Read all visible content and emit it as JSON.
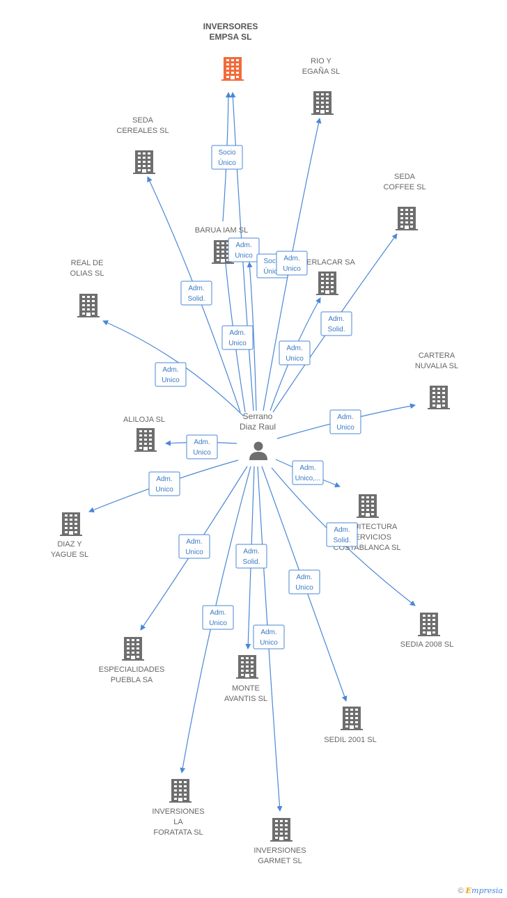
{
  "colors": {
    "edge": "#4a87d6",
    "building": "#6e6e6e",
    "main_building": "#f26b3a",
    "badge_text": "#3a79c2",
    "label": "#666666"
  },
  "person": {
    "lines": [
      "Serrano",
      "Diaz Raul"
    ],
    "icon": "person-icon"
  },
  "companies": [
    {
      "id": "inversores_empsa",
      "lines": [
        "INVERSORES",
        "EMPSA SL"
      ],
      "main": true
    },
    {
      "id": "rio_egana",
      "lines": [
        "RIO Y",
        "EGAÑA SL"
      ]
    },
    {
      "id": "seda_cereales",
      "lines": [
        "SEDA",
        "CEREALES SL"
      ]
    },
    {
      "id": "seda_coffee",
      "lines": [
        "SEDA",
        "COFFEE SL"
      ]
    },
    {
      "id": "barua_iam",
      "lines": [
        "BARUA IAM SL"
      ]
    },
    {
      "id": "erlacar",
      "lines": [
        "ERLACAR SA"
      ]
    },
    {
      "id": "real_olias",
      "lines": [
        "REAL DE",
        "OLIAS SL"
      ]
    },
    {
      "id": "cartera_nuvalia",
      "lines": [
        "CARTERA",
        "NUVALIA SL"
      ]
    },
    {
      "id": "aliloja",
      "lines": [
        "ALILOJA SL"
      ]
    },
    {
      "id": "arquitectura",
      "lines": [
        "ARQUITECTURA",
        "Y SERVICIOS",
        "COSTABLANCA SL"
      ]
    },
    {
      "id": "diaz_yague",
      "lines": [
        "DIAZ Y",
        "YAGUE SL"
      ]
    },
    {
      "id": "sedia_2008",
      "lines": [
        "SEDIA 2008 SL"
      ]
    },
    {
      "id": "especialidades_puebla",
      "lines": [
        "ESPECIALIDADES",
        "PUEBLA SA"
      ]
    },
    {
      "id": "monte_avantis",
      "lines": [
        "MONTE",
        "AVANTIS SL"
      ]
    },
    {
      "id": "sedil_2001",
      "lines": [
        "SEDIL 2001 SL"
      ]
    },
    {
      "id": "inversiones_foratata",
      "lines": [
        "INVERSIONES",
        "LA",
        "FORATATA SL"
      ]
    },
    {
      "id": "inversiones_garmet",
      "lines": [
        "INVERSIONES",
        "GARMET SL"
      ]
    }
  ],
  "relations": [
    {
      "target": "inversores_empsa",
      "from": "barua_iam",
      "lines": [
        "Socio",
        "Único"
      ]
    },
    {
      "target": "inversores_empsa",
      "from": "person",
      "lines": [
        "Adm.",
        "Unico"
      ]
    },
    {
      "target": "barua_iam",
      "from": "person",
      "lines": [
        "Socio",
        "Único"
      ]
    },
    {
      "target": "barua_iam",
      "from": "person",
      "lines": [
        "Adm.",
        "Unico"
      ]
    },
    {
      "target": "rio_egana",
      "from": "person",
      "lines": [
        "Adm.",
        "Unico"
      ]
    },
    {
      "target": "seda_cereales",
      "from": "person",
      "lines": [
        "Adm.",
        "Solid."
      ]
    },
    {
      "target": "seda_coffee",
      "from": "person",
      "lines": [
        "Adm.",
        "Solid."
      ]
    },
    {
      "target": "erlacar",
      "from": "person",
      "lines": [
        "Adm.",
        "Unico"
      ]
    },
    {
      "target": "real_olias",
      "from": "person",
      "lines": [
        "Adm.",
        "Unico"
      ]
    },
    {
      "target": "cartera_nuvalia",
      "from": "person",
      "lines": [
        "Adm.",
        "Unico"
      ]
    },
    {
      "target": "aliloja",
      "from": "person",
      "lines": [
        "Adm.",
        "Unico"
      ]
    },
    {
      "target": "arquitectura",
      "from": "person",
      "lines": [
        "Adm.",
        "Unico,..."
      ]
    },
    {
      "target": "diaz_yague",
      "from": "person",
      "lines": [
        "Adm.",
        "Unico"
      ]
    },
    {
      "target": "sedia_2008",
      "from": "person",
      "lines": [
        "Adm.",
        "Solid."
      ]
    },
    {
      "target": "especialidades_puebla",
      "from": "person",
      "lines": [
        "Adm.",
        "Unico"
      ]
    },
    {
      "target": "monte_avantis",
      "from": "person",
      "lines": [
        "Adm.",
        "Solid."
      ]
    },
    {
      "target": "sedil_2001",
      "from": "person",
      "lines": [
        "Adm.",
        "Unico"
      ]
    },
    {
      "target": "inversiones_foratata",
      "from": "person",
      "lines": [
        "Adm.",
        "Unico"
      ]
    },
    {
      "target": "inversiones_garmet",
      "from": "person",
      "lines": [
        "Adm.",
        "Unico"
      ]
    }
  ],
  "watermark": {
    "symbol": "©",
    "brand_initial": "E",
    "brand_rest": "mpresia"
  }
}
